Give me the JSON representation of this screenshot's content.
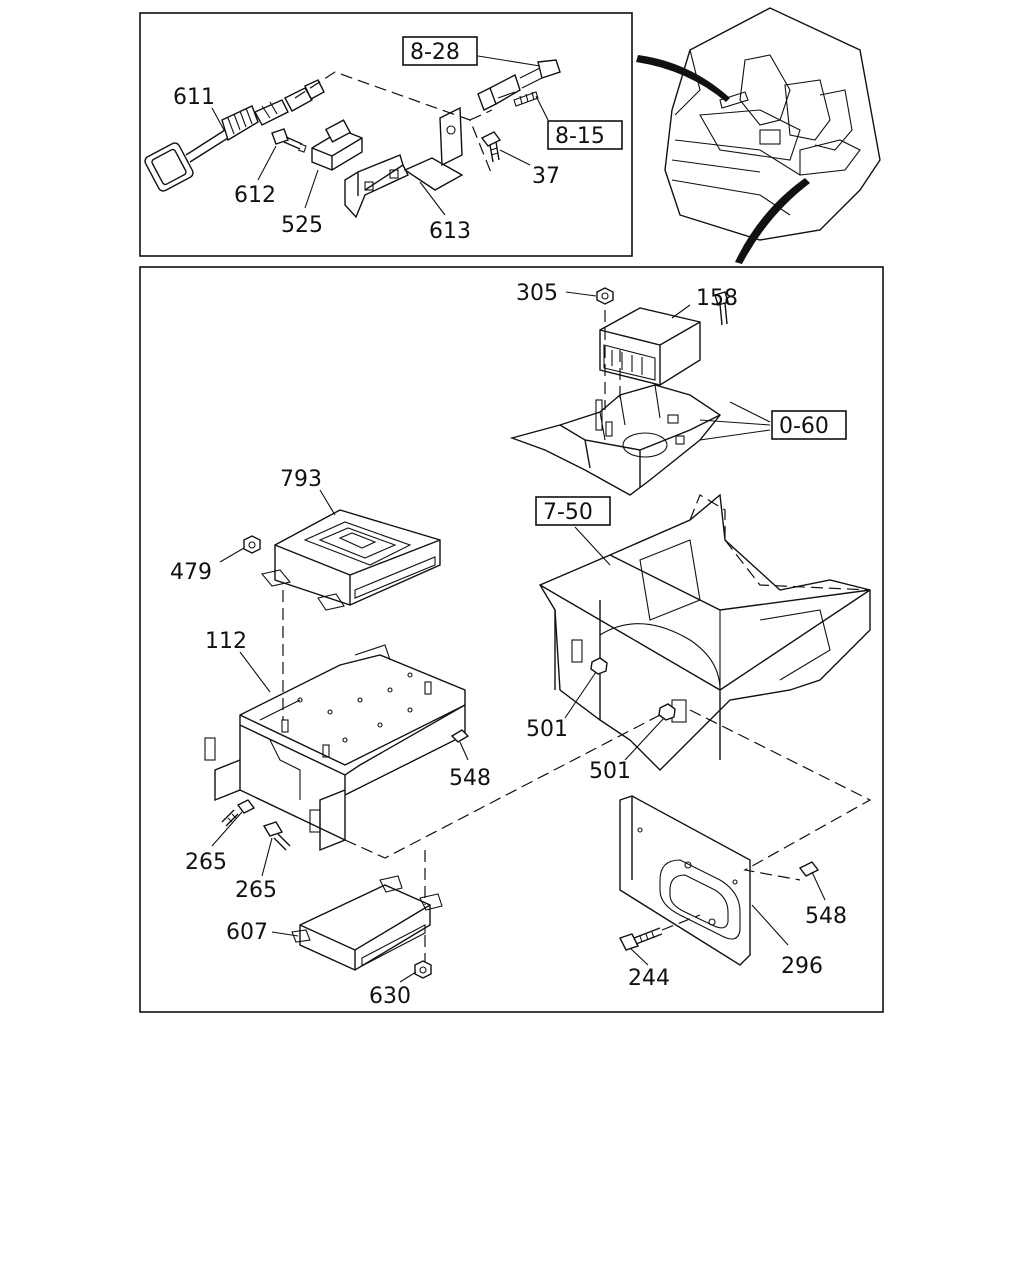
{
  "callouts": {
    "c611": "611",
    "c612": "612",
    "c525": "525",
    "c613": "613",
    "c37": "37",
    "c305": "305",
    "c158": "158",
    "c793": "793",
    "c479": "479",
    "c112": "112",
    "c548a": "548",
    "c501a": "501",
    "c501b": "501",
    "c265a": "265",
    "c265b": "265",
    "c607": "607",
    "c630": "630",
    "c244": "244",
    "c296": "296",
    "c548b": "548"
  },
  "references": {
    "r828": "8-28",
    "r815": "8-15",
    "r060": "0-60",
    "r750": "7-50"
  }
}
